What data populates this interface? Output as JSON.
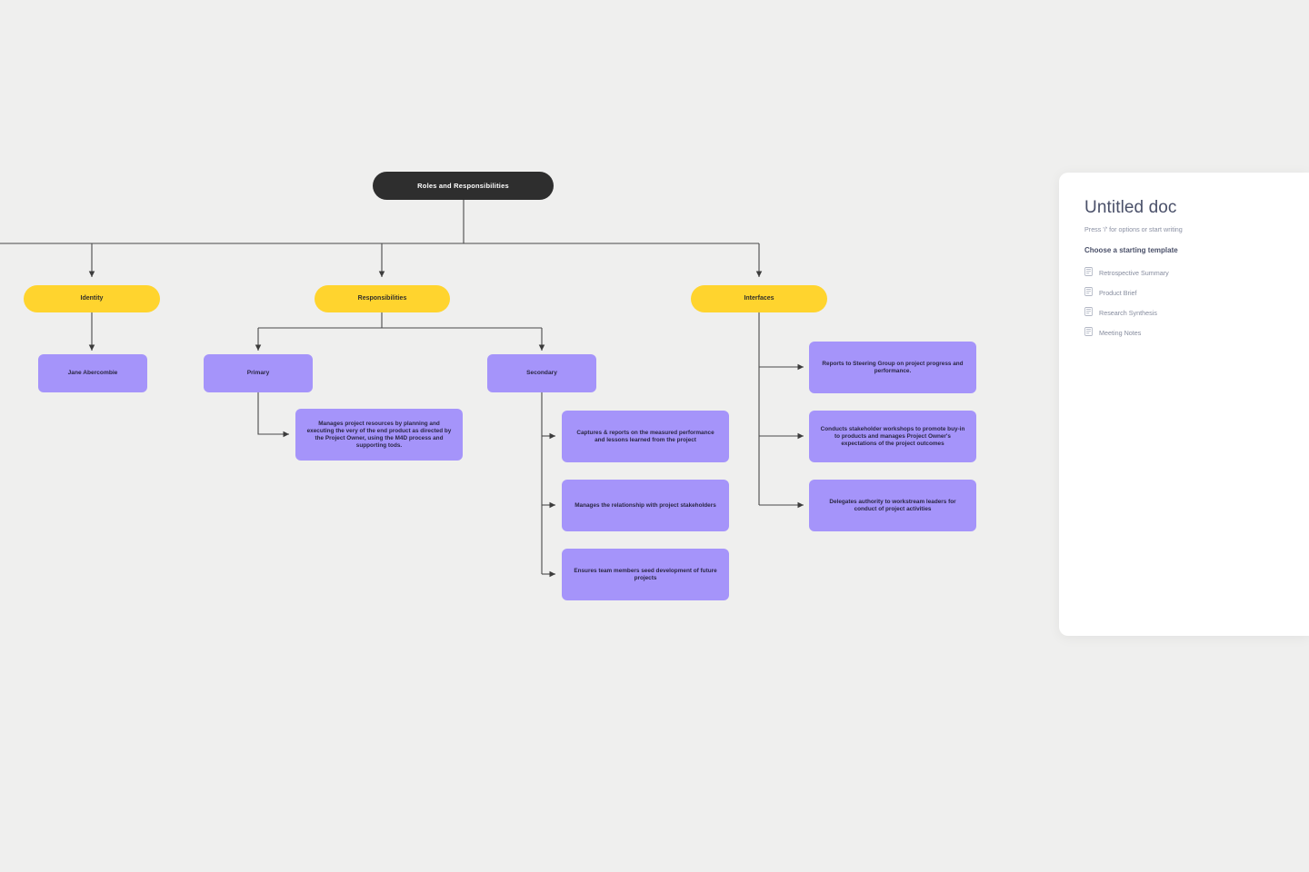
{
  "canvas": {
    "background": "#efefee",
    "root": {
      "label": "Roles and Responsibilities",
      "color": "#2e2e2e"
    },
    "categories": [
      {
        "id": "identity",
        "label": "Identity",
        "color": "#ffd42e"
      },
      {
        "id": "responsibilities",
        "label": "Responsibilities",
        "color": "#ffd42e"
      },
      {
        "id": "interfaces",
        "label": "Interfaces",
        "color": "#ffd42e"
      }
    ],
    "boxes": [
      {
        "id": "jane",
        "label": "Jane Abercombie",
        "color": "#a594fa"
      },
      {
        "id": "primary",
        "label": "Primary",
        "color": "#a594fa"
      },
      {
        "id": "secondary",
        "label": "Secondary",
        "color": "#a594fa"
      },
      {
        "id": "primary-detail",
        "label": "Manages project resources by planning and executing the very of the end product as directed by the Project Owner, using the M4D process and supporting tods.",
        "color": "#a594fa"
      },
      {
        "id": "secondary-1",
        "label": "Captures & reports on the measured performance and lessons learned from the project",
        "color": "#a594fa"
      },
      {
        "id": "secondary-2",
        "label": "Manages the relationship with project stakeholders",
        "color": "#a594fa"
      },
      {
        "id": "secondary-3",
        "label": "Ensures team members seed development of future projects",
        "color": "#a594fa"
      },
      {
        "id": "interface-1",
        "label": "Reports to Steering Group on project progress and performance.",
        "color": "#a594fa"
      },
      {
        "id": "interface-2",
        "label": "Conducts stakeholder workshops to promote buy-in to products and manages Project Owner's expectations of the project outcomes",
        "color": "#a594fa"
      },
      {
        "id": "interface-3",
        "label": "Delegates authority to workstream leaders for conduct of project activities",
        "color": "#a594fa"
      }
    ]
  },
  "doc_panel": {
    "title": "Untitled doc",
    "hint": "Press '/' for options or start writing",
    "templates_heading": "Choose a starting template",
    "templates": [
      {
        "icon": "document-icon",
        "label": "Retrospective Summary"
      },
      {
        "icon": "document-icon",
        "label": "Product Brief"
      },
      {
        "icon": "document-icon",
        "label": "Research Synthesis"
      },
      {
        "icon": "document-icon",
        "label": "Meeting Notes"
      }
    ]
  }
}
